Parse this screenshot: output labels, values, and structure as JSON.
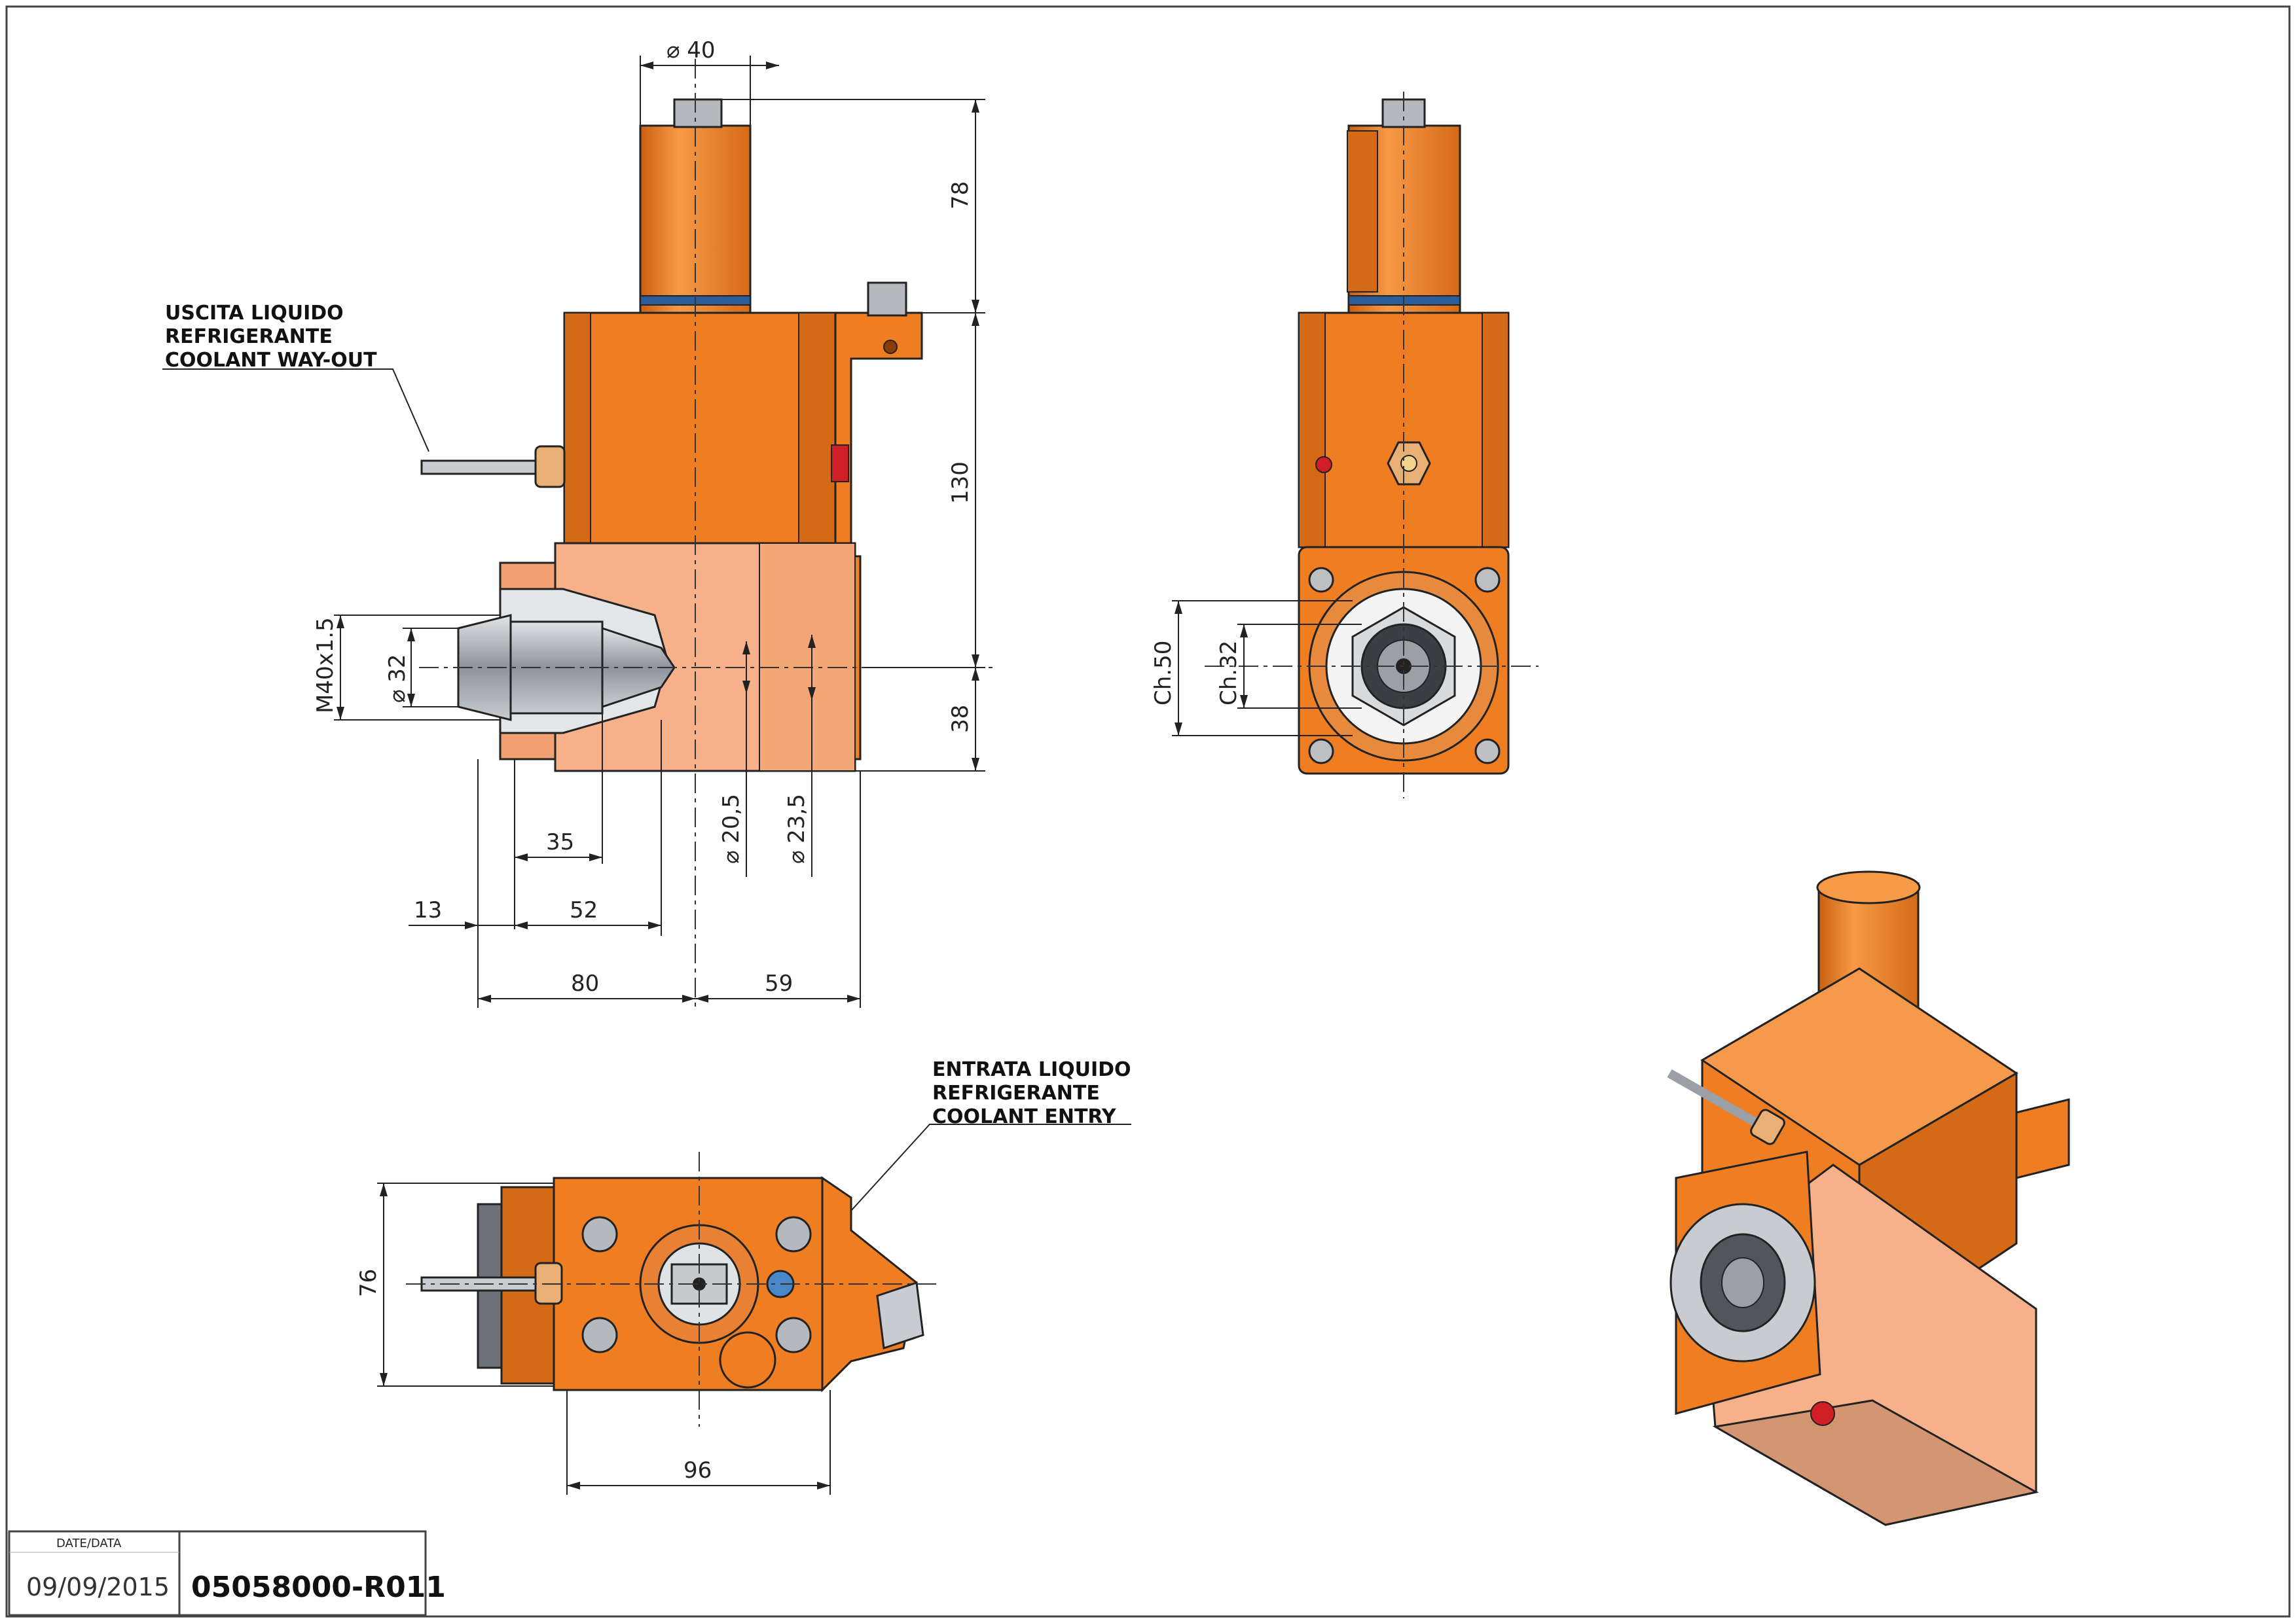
{
  "dimensions": {
    "d40": "⌀ 40",
    "h78": "78",
    "h130": "130",
    "h38": "38",
    "thread": "M40x1.5",
    "d32": "⌀ 32",
    "w35": "35",
    "w13": "13",
    "w52": "52",
    "w80": "80",
    "w59": "59",
    "d20_5": "⌀ 20,5",
    "d23_5": "⌀ 23,5",
    "ch50": "Ch.50",
    "ch32": "Ch.32",
    "h76": "76",
    "w96": "96"
  },
  "notes": {
    "coolant_out": [
      "USCITA LIQUIDO",
      "REFRIGERANTE",
      "COOLANT WAY-OUT"
    ],
    "coolant_in": [
      "ENTRATA LIQUIDO",
      "REFRIGERANTE",
      "COOLANT ENTRY"
    ]
  },
  "title_block": {
    "date_label": "DATE/DATA",
    "date": "09/09/2015",
    "code": "05058000-R011"
  },
  "colors": {
    "orange": "#ef7d22",
    "orange_dark": "#c9600f",
    "peach": "#f6b08a",
    "steel": "#9aa0a6"
  }
}
